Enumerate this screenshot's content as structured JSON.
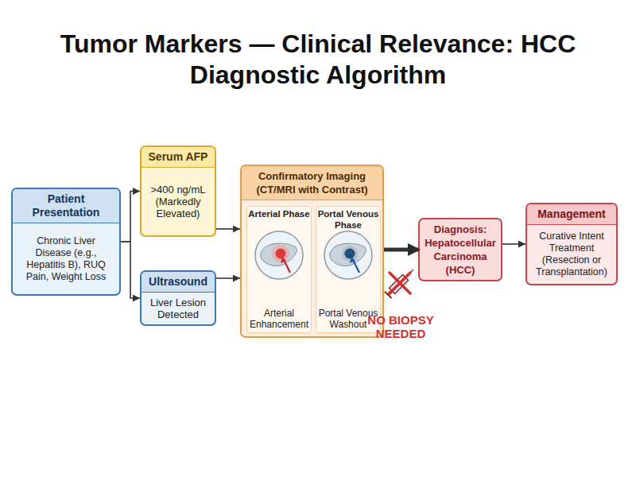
{
  "diagram": {
    "title": "Tumor Markers — Clinical Relevance: HCC Diagnostic Algorithm",
    "nodes": [
      {
        "text": [
          "Patient Presentation",
          "Chronic Liver Disease (e.g., Hepatitis B), RUQ Pain, Weight Loss"
        ]
      },
      {
        "text": [
          "Serum AFP",
          ">400 ng/mL (Markedly Elevated)"
        ]
      },
      {
        "text": [
          "Ultrasound",
          "Liver Lesion Detected"
        ]
      },
      {
        "text": [
          "Confirmatory Imaging (CT/MRI with Contrast)"
        ]
      },
      {
        "text": [
          "Arterial Phase",
          "Arterial Enhancement"
        ],
        "in": 3
      },
      {
        "text": [
          "Portal Venous Phase",
          "Portal Venous Washout"
        ],
        "in": 3
      },
      {
        "text": [
          "Diagnosis: Hepatocellular Carcinoma (HCC)"
        ]
      },
      {
        "text": [
          "Management",
          "Curative Intent Treatment (Resection or Transplantation)"
        ]
      }
    ],
    "edges": [
      {
        "from": 0,
        "to": 1,
        "arrow": "to"
      },
      {
        "from": 0,
        "to": 2,
        "arrow": "to"
      },
      {
        "from": 1,
        "to": 3,
        "arrow": "to"
      },
      {
        "from": 2,
        "to": 3,
        "arrow": "to"
      },
      {
        "from": 3,
        "to": 6,
        "arrow": "to"
      },
      {
        "from": 6,
        "to": 7,
        "arrow": "to"
      }
    ],
    "labels": [
      "NO BIOPSY NEEDED"
    ]
  }
}
